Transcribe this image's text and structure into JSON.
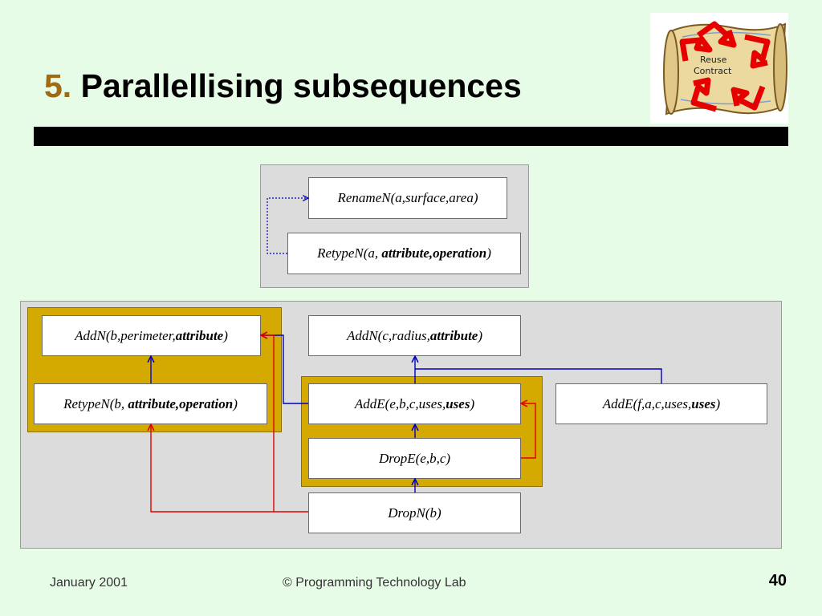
{
  "slide": {
    "title_number": "5.",
    "title_text": "Parallellising subsequences",
    "logo_line1": "Reuse",
    "logo_line2": "Contract"
  },
  "diagram": {
    "renamen": "RenameN(a,surface,area)",
    "retypen_a": {
      "pre": "RetypeN(a, ",
      "bold": "attribute,operation",
      "post": ")"
    },
    "addn_b": {
      "pre": "AddN(b,perimeter,",
      "bold": "attribute",
      "post": ")"
    },
    "retypen_b": {
      "pre": "RetypeN(b, ",
      "bold": "attribute,operation",
      "post": ")"
    },
    "addn_c": {
      "pre": "AddN(c,radius,",
      "bold": "attribute",
      "post": ")"
    },
    "adde_e": {
      "pre": "AddE(e,b,c,uses,",
      "bold": "uses",
      "post": ")"
    },
    "adde_f": {
      "pre": "AddE(f,a,c,uses,",
      "bold": "uses",
      "post": ")"
    },
    "drope": "DropE(e,b,c)",
    "dropn": "DropN(b)"
  },
  "footer": {
    "date": "January 2001",
    "copyright": "© Programming Technology Lab",
    "page": "40"
  }
}
